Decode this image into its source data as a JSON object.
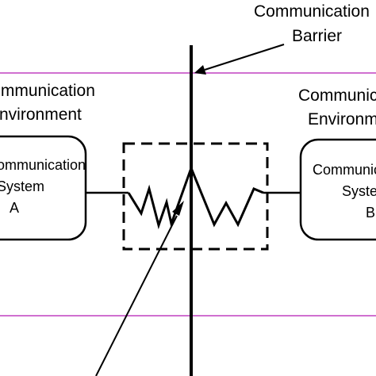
{
  "diagram": {
    "barrier_label_line1": "Communication",
    "barrier_label_line2": "Barrier",
    "env_left_line1": "Communication",
    "env_left_line2": "Environment",
    "env_right_line1": "Communication",
    "env_right_line2": "Environment",
    "system_a_line1": "Communication",
    "system_a_line2": "System",
    "system_a_line3": "A",
    "system_b_line1": "Communication",
    "system_b_line2": "System",
    "system_b_line3": "B"
  },
  "colors": {
    "environment_boundary": "#c040c0",
    "stroke": "#000000",
    "background": "#ffffff"
  }
}
